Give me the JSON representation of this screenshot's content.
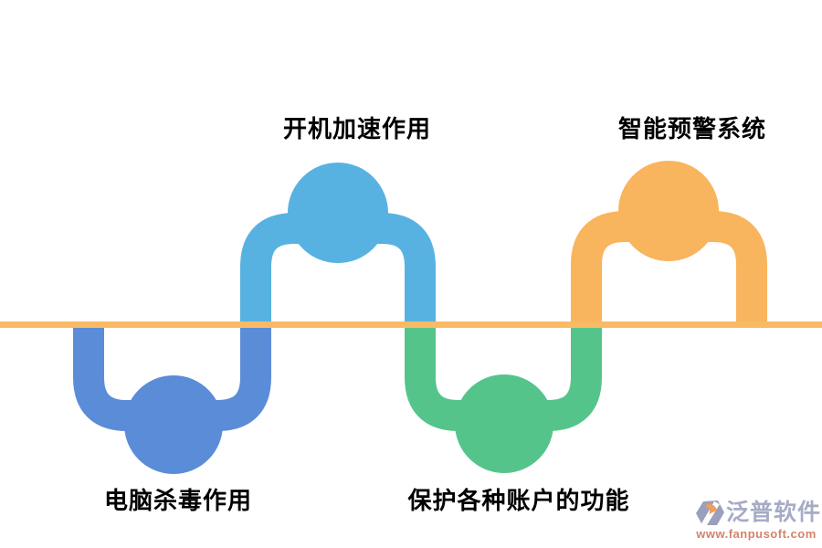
{
  "diagram": {
    "baseline": {
      "color": "#f9ba64"
    },
    "label_color": "#000000",
    "nodes": [
      {
        "id": "computer-antivirus",
        "label": "电脑杀毒作用",
        "color": "#5b8cd8",
        "side": "below"
      },
      {
        "id": "boot-acceleration",
        "label": "开机加速作用",
        "color": "#57b2e2",
        "side": "above"
      },
      {
        "id": "account-protection",
        "label": "保护各种账户的功能",
        "color": "#55c48b",
        "side": "below"
      },
      {
        "id": "smart-early-warning",
        "label": "智能预警系统",
        "color": "#f9b45e",
        "side": "above"
      }
    ]
  },
  "watermark": {
    "brand": "泛普软件",
    "url": "www.fanpusoft.com",
    "brand_color": "#a6abc6",
    "url_color": "#d5826a",
    "icon_color": "#9aa0bc",
    "icon_accent_color": "#ef9e5e"
  }
}
